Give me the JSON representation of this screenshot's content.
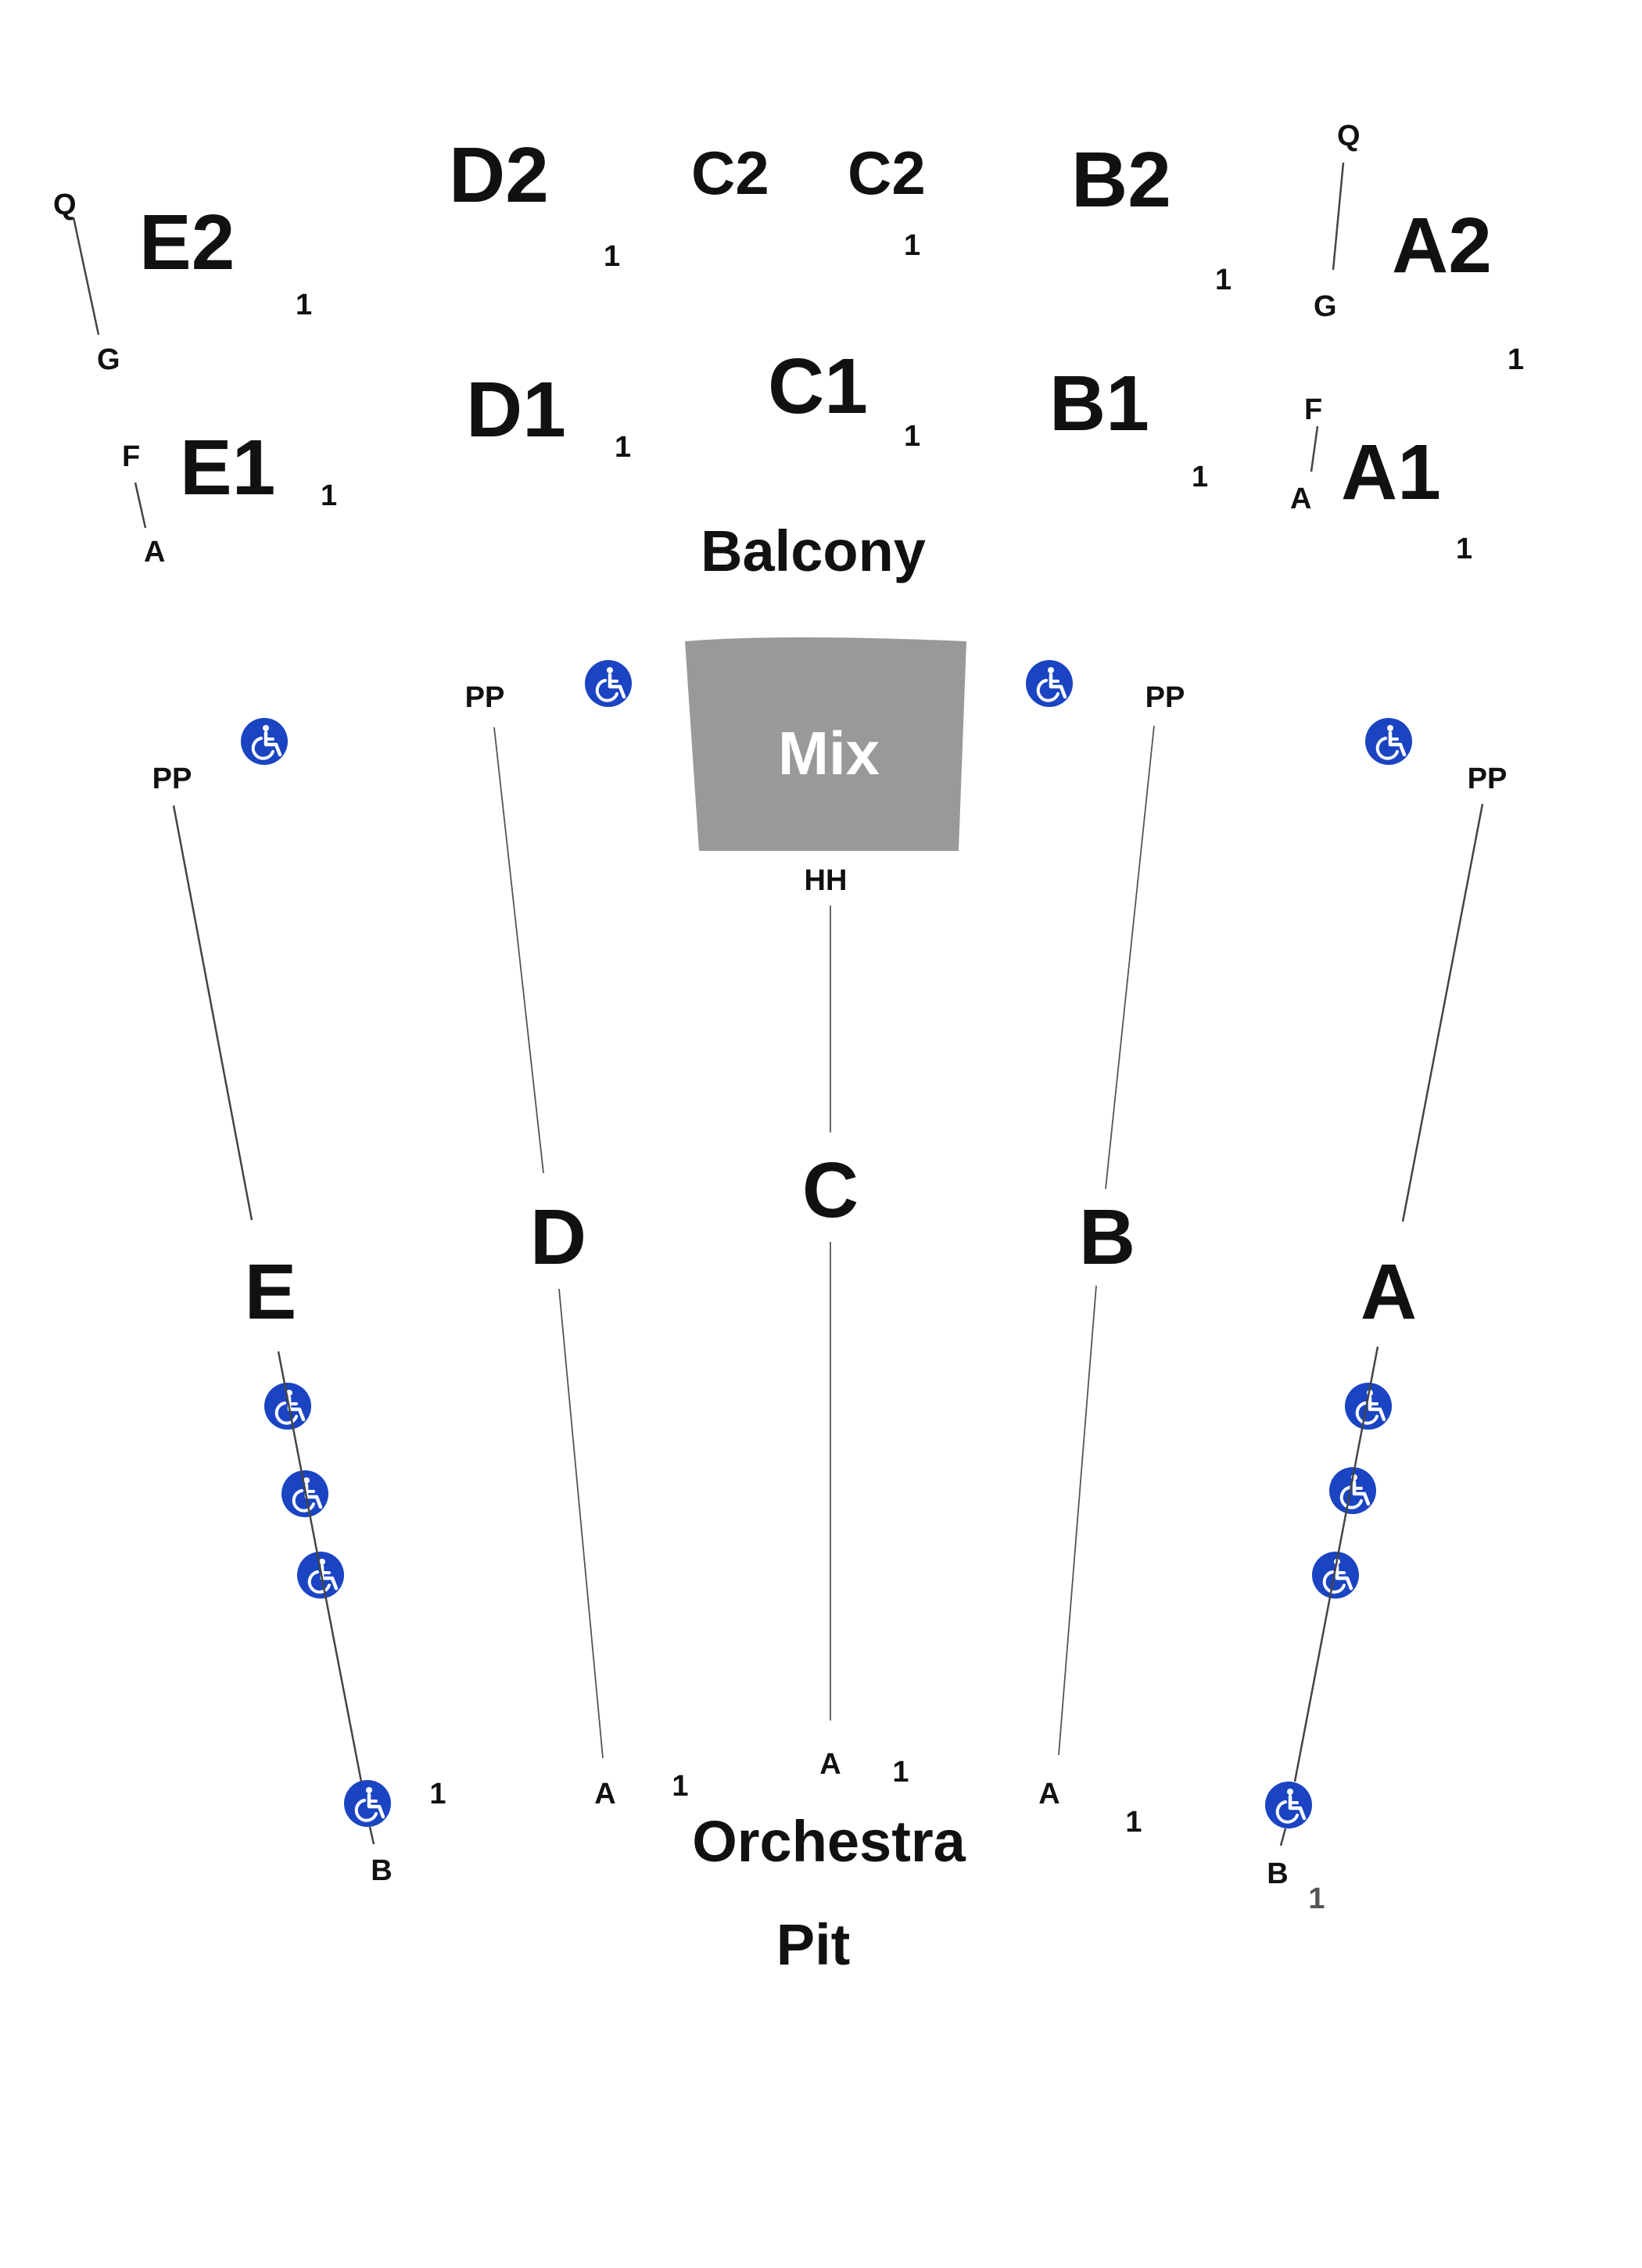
{
  "balcony": {
    "label": "Balcony",
    "sections": {
      "e2": "E2",
      "d2": "D2",
      "c2_left": "C2",
      "c2_right": "C2",
      "b2": "B2",
      "a2": "A2",
      "e1": "E1",
      "d1": "D1",
      "c1": "C1",
      "b1": "B1",
      "a1": "A1"
    },
    "seat_one": "1",
    "rows": {
      "e2_top": "Q",
      "e2_bottom": "G",
      "e1_top": "F",
      "e1_bottom": "A",
      "a2_top": "Q",
      "a2_bottom": "G",
      "a1_top": "F",
      "a1_bottom": "A"
    }
  },
  "mix": {
    "label": "Mix",
    "color": "#999999",
    "row_label": "HH"
  },
  "orchestra": {
    "label": "Orchestra",
    "sections": {
      "e": "E",
      "d": "D",
      "c": "C",
      "b": "B",
      "a": "A"
    },
    "rows": {
      "e_top": "PP",
      "e_bottom": "B",
      "d_top": "PP",
      "d_bottom": "A",
      "c_top": "HH",
      "c_bottom": "A",
      "b_top": "PP",
      "b_bottom": "A",
      "a_top": "PP",
      "a_bottom": "B"
    },
    "seat_one": "1"
  },
  "pit": {
    "label": "Pit"
  },
  "accessibility": {
    "icon": "wheelchair-icon",
    "color": "#1a44c2"
  }
}
